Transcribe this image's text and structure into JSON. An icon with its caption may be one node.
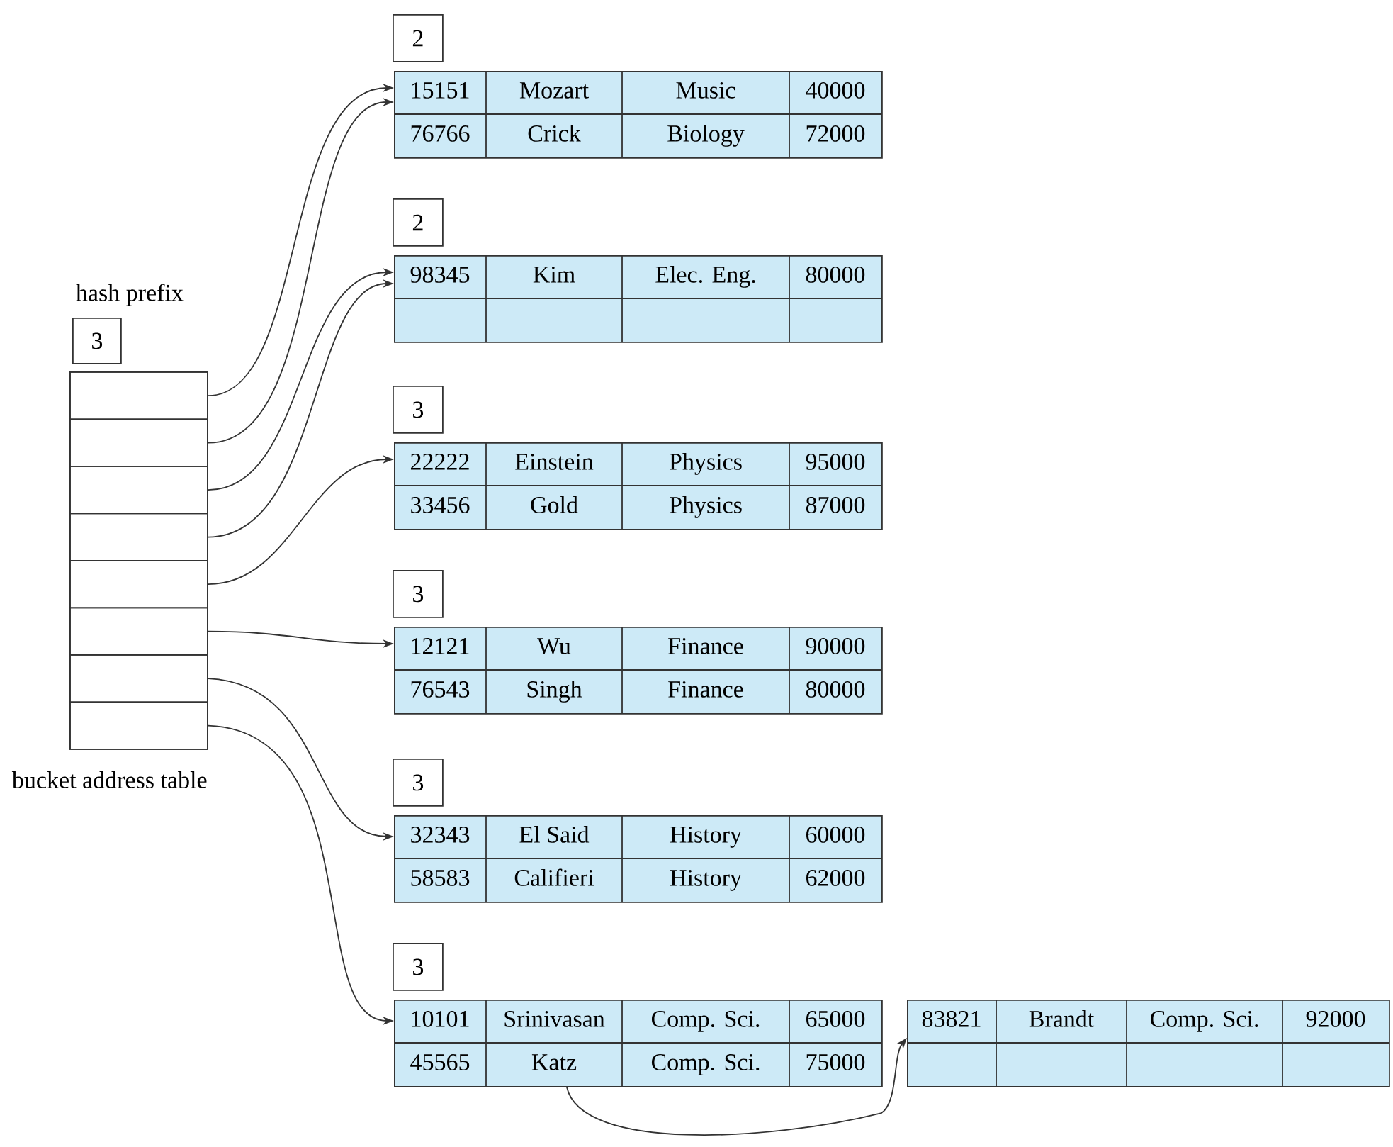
{
  "diagram": {
    "nodes": [
      {
        "text": [
          "3"
        ],
        "beside": [
          "hash prefix"
        ]
      },
      {
        "text": [],
        "shape": "box",
        "beside": [
          "bucket address table"
        ]
      },
      {
        "text": [],
        "shape": "box",
        "in": 1
      },
      {
        "text": [],
        "shape": "box",
        "in": 1
      },
      {
        "text": [],
        "shape": "box",
        "in": 1
      },
      {
        "text": [],
        "shape": "box",
        "in": 1
      },
      {
        "text": [],
        "shape": "box",
        "in": 1
      },
      {
        "text": [],
        "shape": "box",
        "in": 1
      },
      {
        "text": [],
        "shape": "box",
        "in": 1
      },
      {
        "text": [],
        "shape": "box",
        "in": 1
      },
      {
        "text": [
          "2"
        ]
      },
      {
        "text": [
          "15151",
          "Mozart",
          "Music",
          "40000",
          "76766",
          "Crick",
          "Biology",
          "72000"
        ]
      },
      {
        "text": [
          "2"
        ]
      },
      {
        "text": [
          "98345",
          "Kim",
          "Elec. Eng.",
          "80000"
        ]
      },
      {
        "text": [
          "3"
        ]
      },
      {
        "text": [
          "22222",
          "Einstein",
          "Physics",
          "95000",
          "33456",
          "Gold",
          "Physics",
          "87000"
        ]
      },
      {
        "text": [
          "3"
        ]
      },
      {
        "text": [
          "12121",
          "Wu",
          "Finance",
          "90000",
          "76543",
          "Singh",
          "Finance",
          "80000"
        ]
      },
      {
        "text": [
          "3"
        ]
      },
      {
        "text": [
          "32343",
          "El Said",
          "History",
          "60000",
          "58583",
          "Califieri",
          "History",
          "62000"
        ]
      },
      {
        "text": [
          "3"
        ]
      },
      {
        "text": [
          "10101",
          "Srinivasan",
          "Comp. Sci.",
          "65000",
          "45565",
          "Katz",
          "Comp. Sci.",
          "75000"
        ]
      },
      {
        "text": [
          "83821",
          "Brandt",
          "Comp. Sci.",
          "92000"
        ]
      }
    ],
    "edges": [
      {
        "from": 2,
        "to": 11,
        "arrow": "to"
      },
      {
        "from": 3,
        "to": 11,
        "arrow": "to"
      },
      {
        "from": 4,
        "to": 13,
        "arrow": "to"
      },
      {
        "from": 5,
        "to": 13,
        "arrow": "to"
      },
      {
        "from": 6,
        "to": 15,
        "arrow": "to"
      },
      {
        "from": 7,
        "to": 17,
        "arrow": "to"
      },
      {
        "from": 8,
        "to": 19,
        "arrow": "to"
      },
      {
        "from": 9,
        "to": 21,
        "arrow": "to"
      },
      {
        "from": 21,
        "to": 22,
        "arrow": "to"
      }
    ]
  }
}
